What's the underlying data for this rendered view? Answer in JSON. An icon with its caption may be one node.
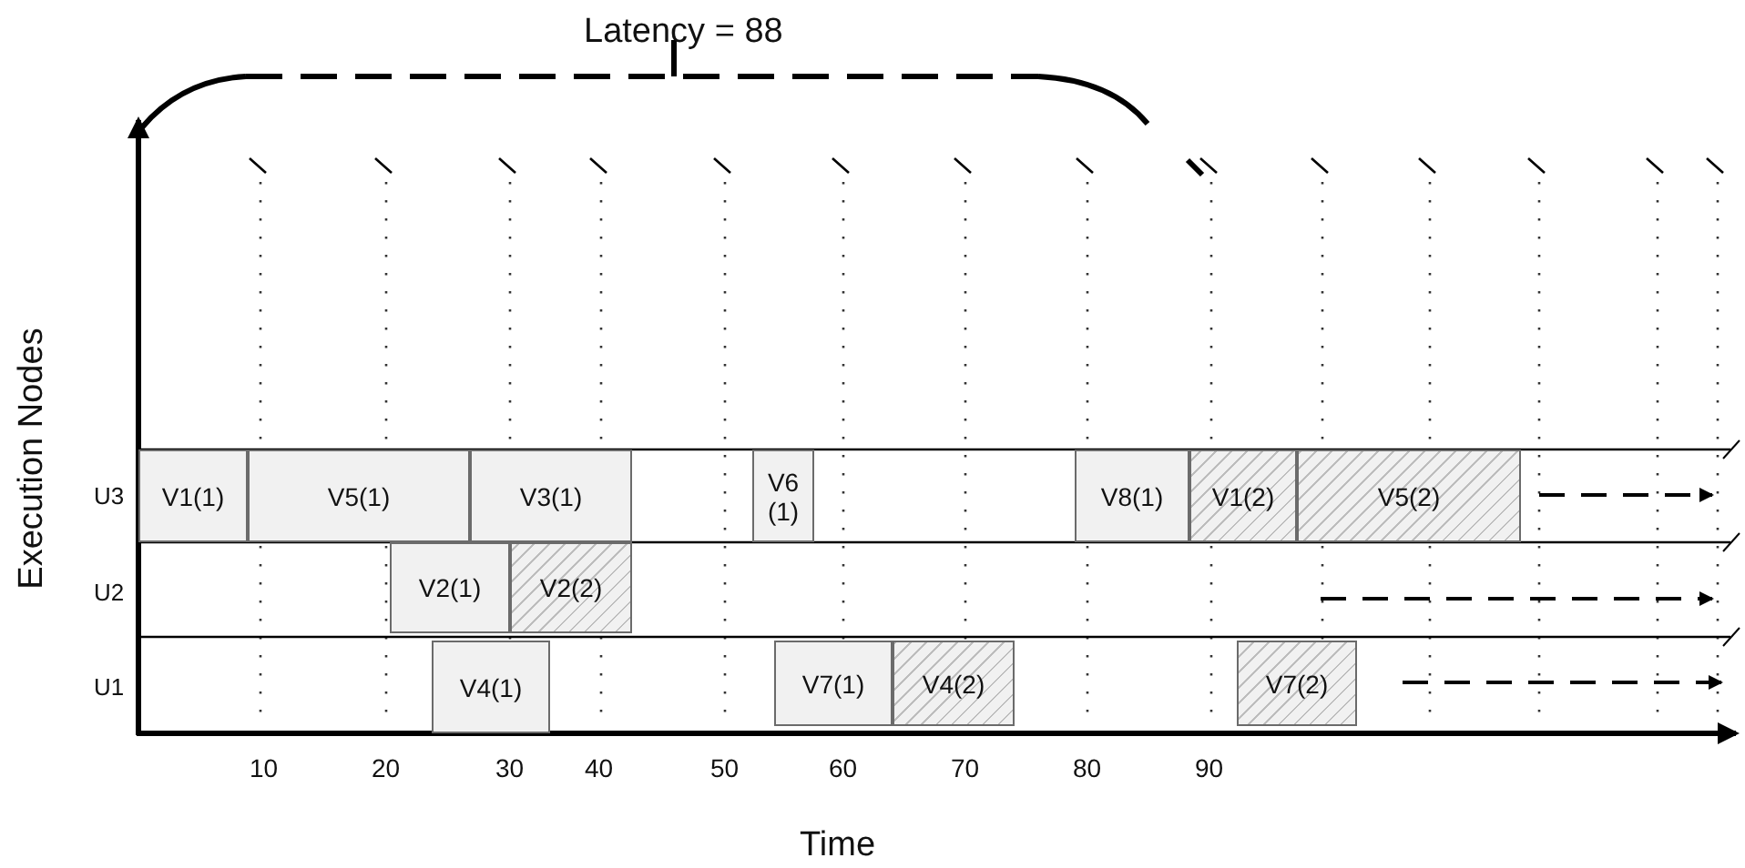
{
  "diagram": {
    "nodes": [
      {
        "text": [
          "V1(1)"
        ]
      },
      {
        "text": [
          "V5(1)"
        ]
      },
      {
        "text": [
          "V3(1)"
        ]
      },
      {
        "text": [
          "V6 (1)"
        ]
      },
      {
        "text": [
          "V8(1)"
        ]
      },
      {
        "text": [
          "V1(2)"
        ]
      },
      {
        "text": [
          "V5(2)"
        ]
      },
      {
        "text": [
          "V2(1)"
        ]
      },
      {
        "text": [
          "V2(2)"
        ]
      },
      {
        "text": [
          "V4(1)"
        ]
      },
      {
        "text": [
          "V7(1)"
        ]
      },
      {
        "text": [
          "V4(2)"
        ]
      },
      {
        "text": [
          "V7(2)"
        ]
      }
    ],
    "edges": [],
    "labels": [
      "Latency = 88",
      "Execution Nodes",
      "U3",
      "U2",
      "U1",
      "10",
      "20",
      "30",
      "40",
      "50",
      "60",
      "70",
      "80",
      "90",
      "Time"
    ]
  }
}
